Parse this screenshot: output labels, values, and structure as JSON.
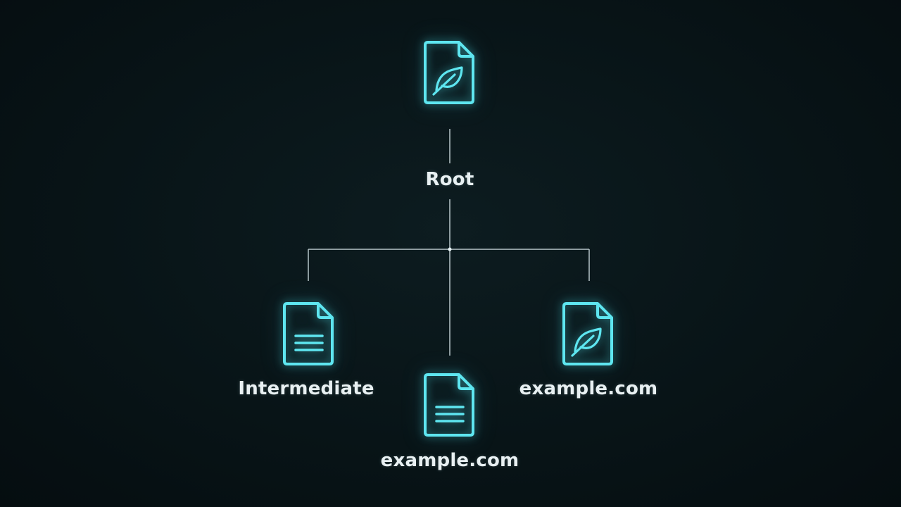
{
  "diagram": {
    "root": {
      "label": "Root",
      "icon": "leaf-document-icon"
    },
    "children": [
      {
        "label": "Intermediate",
        "icon": "text-document-icon"
      },
      {
        "label": "example.com",
        "icon": "text-document-icon"
      },
      {
        "label": "example.com",
        "icon": "leaf-document-icon"
      }
    ]
  },
  "colors": {
    "background": "#081417",
    "icon_stroke": "#5ee6f0",
    "connector": "#b8c6ca",
    "label": "#e8f0f2"
  }
}
